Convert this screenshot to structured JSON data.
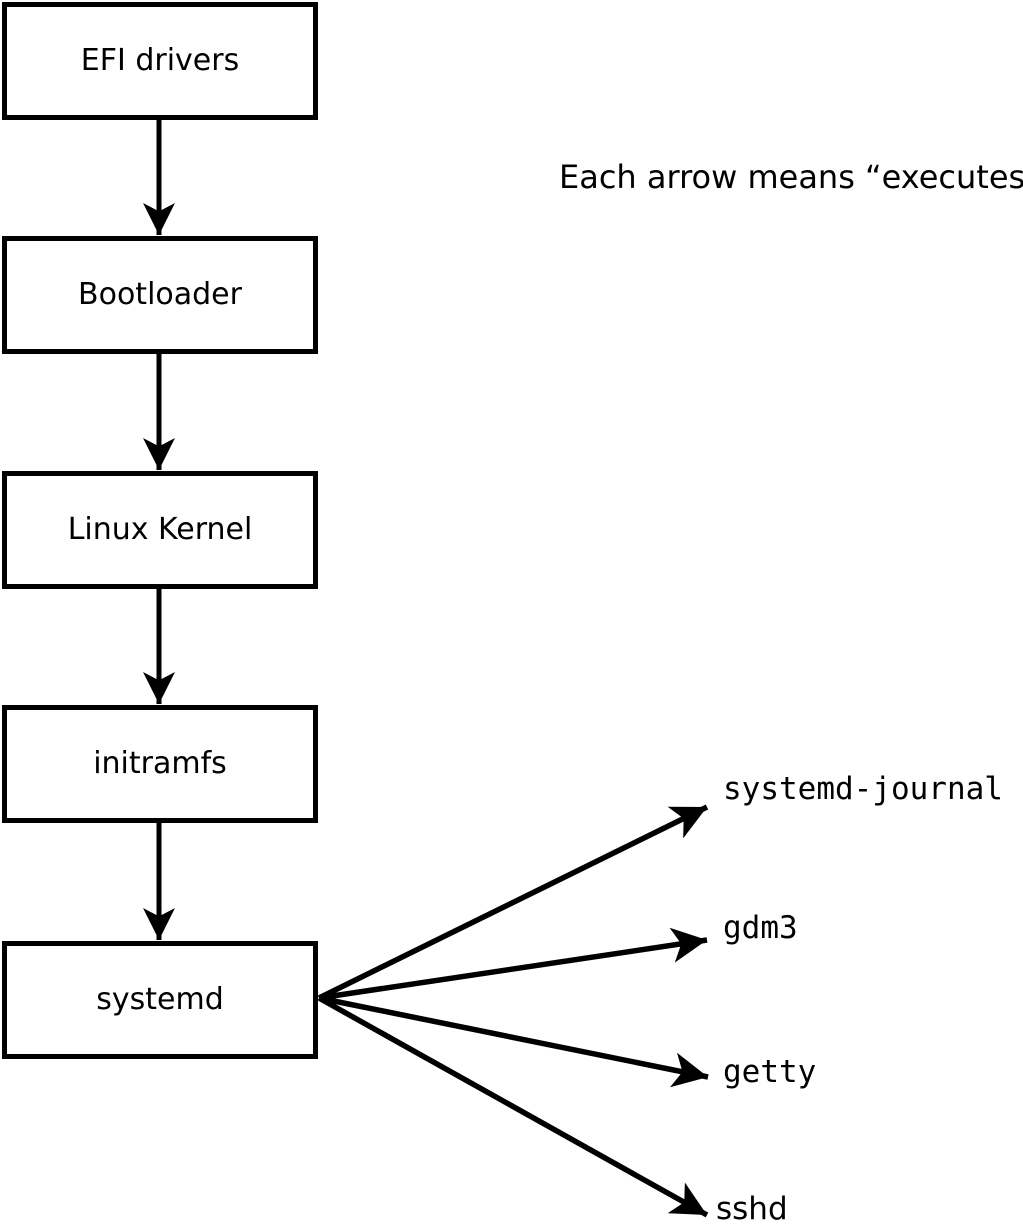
{
  "annotation": "Each arrow means “executes”.",
  "chain": [
    {
      "label": "EFI drivers"
    },
    {
      "label": "Bootloader"
    },
    {
      "label": "Linux Kernel"
    },
    {
      "label": "initramfs"
    },
    {
      "label": "systemd"
    }
  ],
  "targets": [
    {
      "label": "systemd-journal"
    },
    {
      "label": "gdm3"
    },
    {
      "label": "getty"
    },
    {
      "label": "sshd"
    }
  ],
  "edges": [
    {
      "from": "EFI drivers",
      "to": "Bootloader",
      "meaning": "executes"
    },
    {
      "from": "Bootloader",
      "to": "Linux Kernel",
      "meaning": "executes"
    },
    {
      "from": "Linux Kernel",
      "to": "initramfs",
      "meaning": "executes"
    },
    {
      "from": "initramfs",
      "to": "systemd",
      "meaning": "executes"
    },
    {
      "from": "systemd",
      "to": "systemd-journal",
      "meaning": "executes"
    },
    {
      "from": "systemd",
      "to": "gdm3",
      "meaning": "executes"
    },
    {
      "from": "systemd",
      "to": "getty",
      "meaning": "executes"
    },
    {
      "from": "systemd",
      "to": "sshd",
      "meaning": "executes"
    }
  ],
  "colors": {
    "ink": "#000000",
    "background": "#ffffff",
    "box_fill": "#ffffff"
  }
}
